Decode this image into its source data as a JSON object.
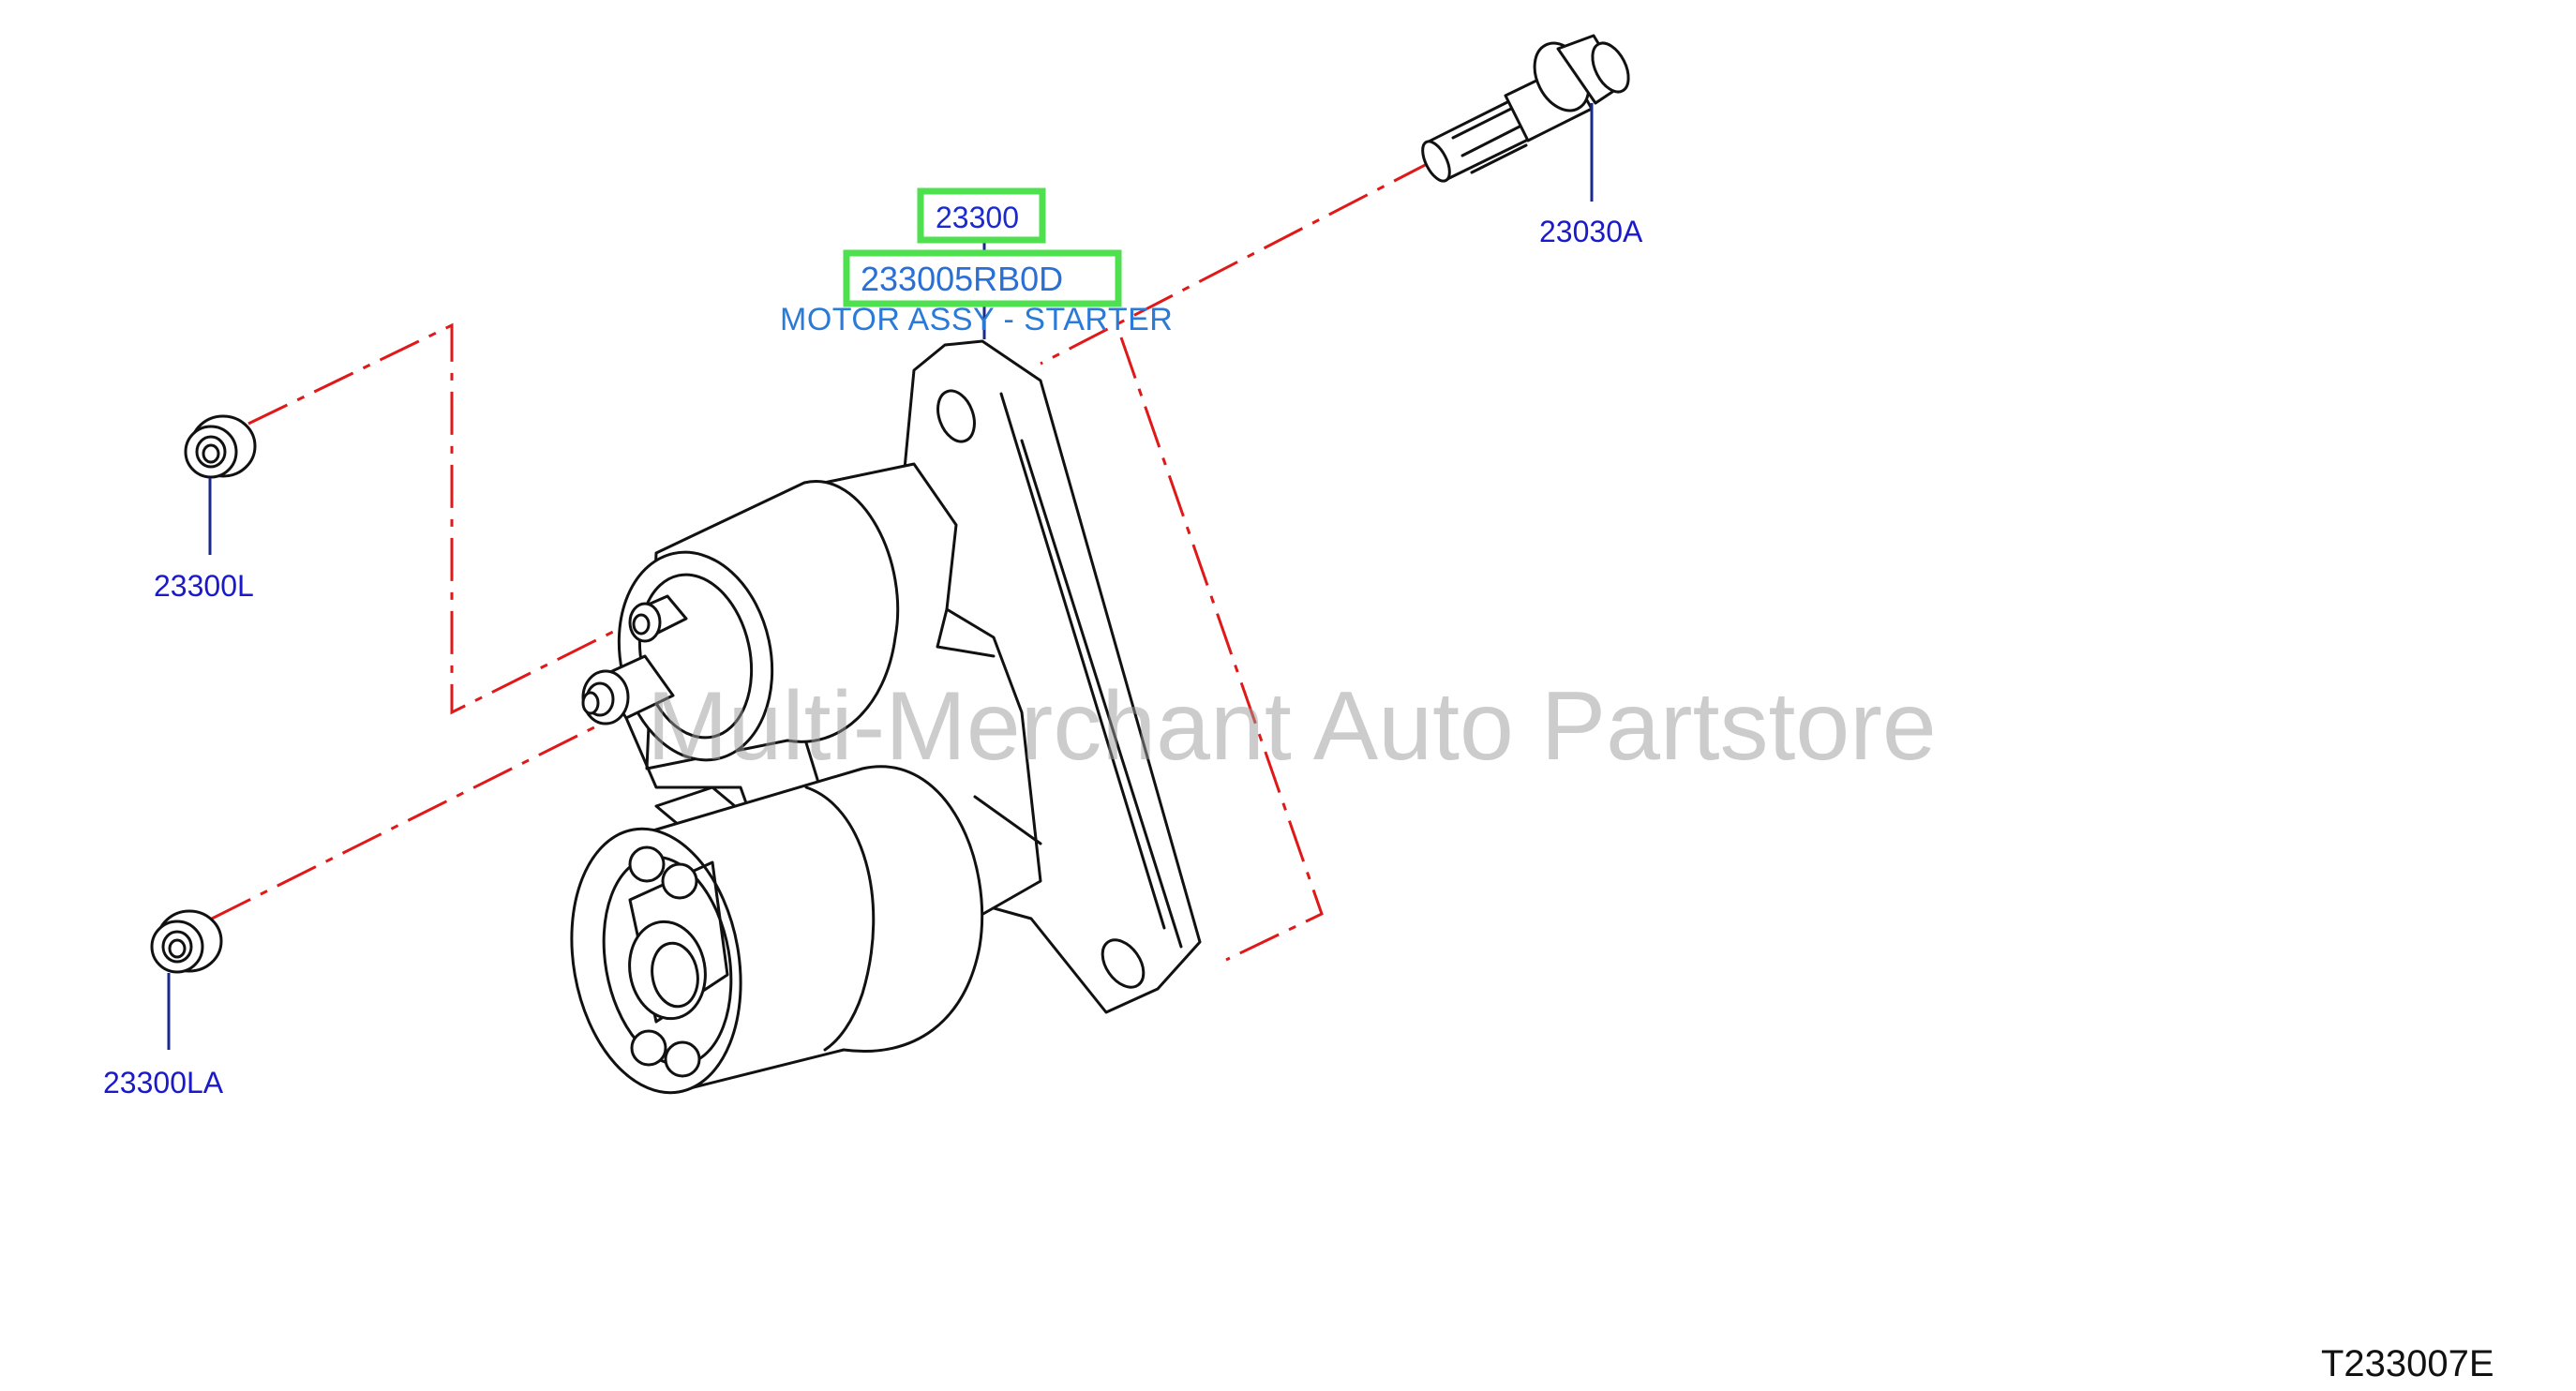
{
  "diagram": {
    "callouts": {
      "bolt": "23030A",
      "nut_upper": "23300L",
      "nut_lower": "23300LA",
      "starter_ref": "23300"
    },
    "highlighted_part_number": "233005RB0D",
    "part_description": "MOTOR ASSY - STARTER",
    "figure_code": "T233007E",
    "watermark": "Multi-Merchant Auto Partstore"
  },
  "colors": {
    "callout_text": "#1a1ac8",
    "part_number_text": "#2a6fd6",
    "highlight_box": "#4ee04e",
    "phantom_line": "#e01818",
    "line_art": "#111111"
  }
}
